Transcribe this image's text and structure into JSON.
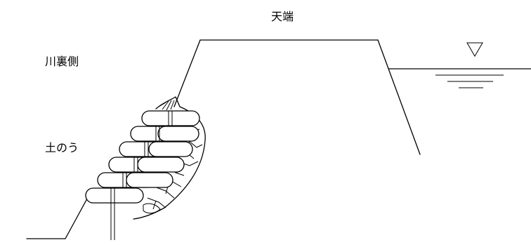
{
  "labels": {
    "crest": "天端",
    "landside": "川裏側",
    "sandbags": "土のう"
  },
  "icons": {
    "water_level": "water-level-triangle-icon"
  },
  "colors": {
    "line": "#000000",
    "background": "#ffffff"
  }
}
